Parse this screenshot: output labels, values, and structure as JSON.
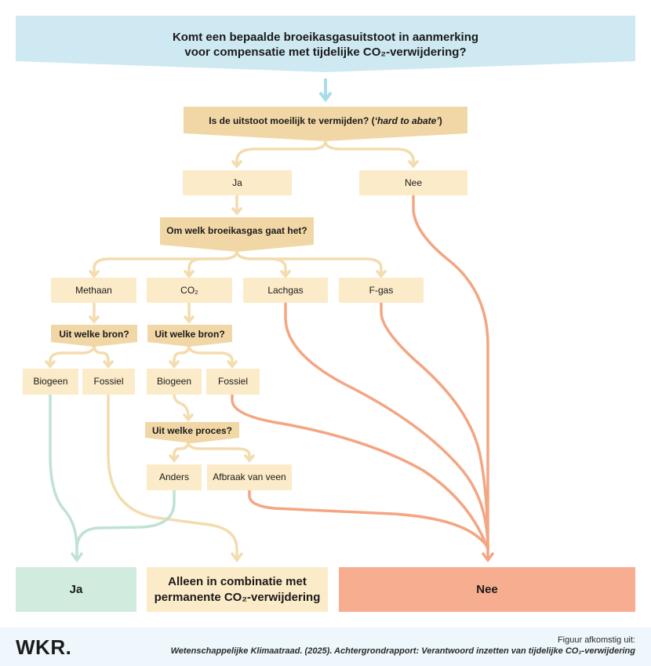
{
  "main_question": {
    "line1": "Komt een bepaalde broeikasgasuitstoot in aanmerking",
    "line2": "voor compensatie met tijdelijke CO₂-verwijdering?"
  },
  "q_hard_to_abate": {
    "text": "Is de uitstoot moeilijk te vermijden? (",
    "italic": "‘hard to abate’",
    "close": ")"
  },
  "opt_ja": "Ja",
  "opt_nee": "Nee",
  "q_gas": "Om welk broeikasgas gaat het?",
  "gas": {
    "methaan": "Methaan",
    "co2": "CO₂",
    "lachgas": "Lachgas",
    "fgas": "F-gas"
  },
  "q_bron": "Uit welke bron?",
  "source": {
    "biogeen": "Biogeen",
    "fossiel": "Fossiel"
  },
  "q_proces": "Uit welke proces?",
  "process": {
    "anders": "Anders",
    "veen": "Afbraak van veen"
  },
  "outcome": {
    "ja": "Ja",
    "combi_line1": "Alleen in combinatie met",
    "combi_line2": "permanente CO₂-verwijdering",
    "nee": "Nee"
  },
  "footer": {
    "logo": "WKR.",
    "source_label": "Figuur afkomstig uit:",
    "source_text": "Wetenschappelijke Klimaatraad. (2025). Achtergrondrapport: Verantwoord inzetten van tijdelijke CO₂-verwijdering"
  },
  "colors": {
    "blue": "#cfe9f2",
    "blue_arrow": "#a9dceb",
    "sand_light": "#fcebc8",
    "sand_dark": "#f2d7a6",
    "sand_line": "#f3dcae",
    "salmon": "#f7ad8f",
    "salmon_line": "#f4a582",
    "mint": "#d2ebdf",
    "mint_line": "#bfe2d3"
  }
}
